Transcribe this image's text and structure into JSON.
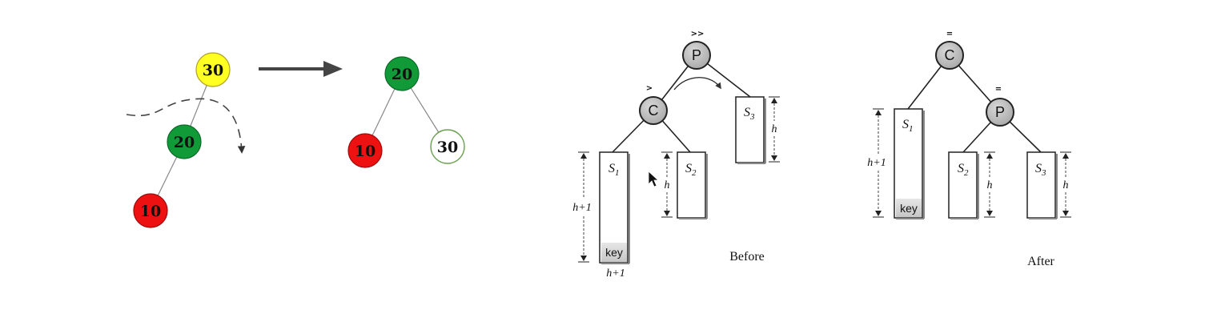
{
  "rotation_demo": {
    "before": {
      "root": "30",
      "mid": "20",
      "leaf": "10"
    },
    "after": {
      "root": "20",
      "left": "10",
      "right": "30"
    },
    "colors": {
      "yellow": "#ffff22",
      "green": "#109a38",
      "red": "#ee1111",
      "white": "#ffffff"
    }
  },
  "before_diagram": {
    "caption": "Before",
    "p_node": "P",
    "c_node": "C",
    "p_balance": ">>",
    "c_balance": ">",
    "s1_label": "S",
    "s1_sub": "1",
    "s2_label": "S",
    "s2_sub": "2",
    "s3_label": "S",
    "s3_sub": "3",
    "key_label": "key",
    "height_s1": "h+1",
    "height_s1_bottom": "h+1",
    "height_s2": "h",
    "height_s3": "h"
  },
  "after_diagram": {
    "caption": "After",
    "c_node": "C",
    "p_node": "P",
    "c_balance": "=",
    "p_balance": "=",
    "s1_label": "S",
    "s1_sub": "1",
    "s2_label": "S",
    "s2_sub": "2",
    "s3_label": "S",
    "s3_sub": "3",
    "key_label": "key",
    "height_s1": "h+1",
    "height_s2": "h",
    "height_s3": "h"
  }
}
